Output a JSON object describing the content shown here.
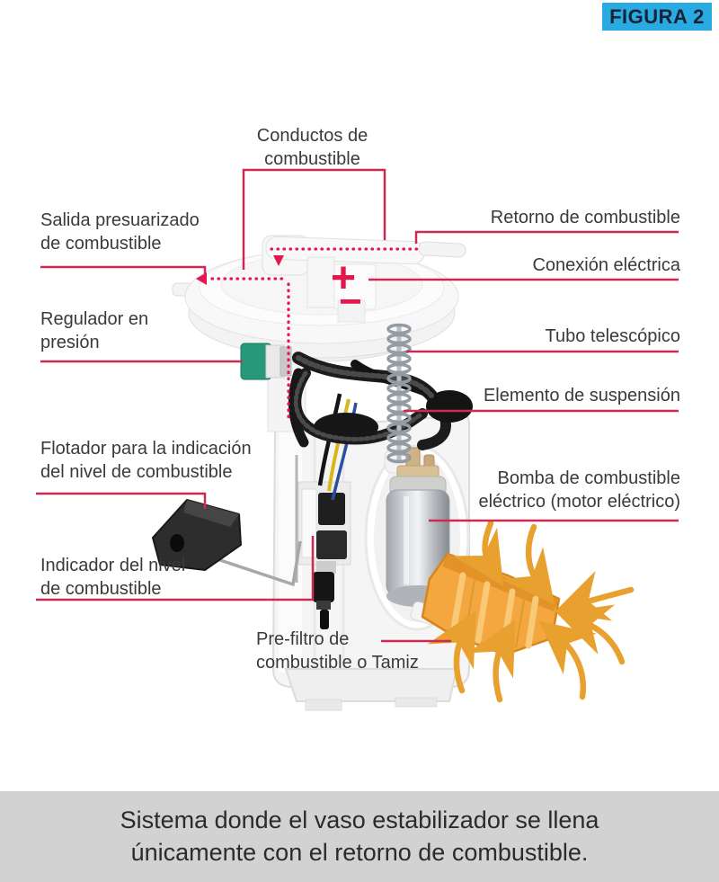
{
  "figure": {
    "badge": "FIGURA 2"
  },
  "labels": {
    "conductos": "Conductos de\ncombustible",
    "salida": "Salida presuarizado\nde combustible",
    "regulador": "Regulador en\npresión",
    "flotador": "Flotador para la indicación\ndel nivel de combustible",
    "indicador": "Indicador del nivel\nde combustible",
    "prefiltro": "Pre-filtro de\ncombustible o Tamiz",
    "retorno": "Retorno de combustible",
    "conexion": "Conexión eléctrica",
    "tubo": "Tubo telescópico",
    "elemento": "Elemento de suspensión",
    "bomba": "Bomba de combustible\neléctrico (motor eléctrico)"
  },
  "symbols": {
    "positive": "+",
    "negative": "−"
  },
  "caption": {
    "line1": "Sistema donde el vaso estabilizador se llena",
    "line2": "únicamente con el retorno de combustible."
  },
  "colors": {
    "leader_line": "#CB2A55",
    "dotted_line": "#E3174D",
    "flow_arrow": "#E8A02F",
    "badge_bg": "#29ABE2",
    "caption_bg": "#D2D2D2",
    "filter_orange": "#F3A73E",
    "regulator_green": "#27997A"
  }
}
